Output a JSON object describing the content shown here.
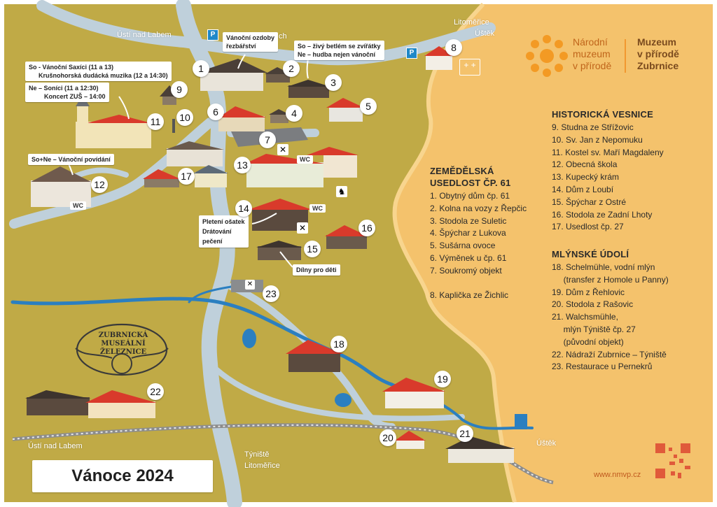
{
  "colors": {
    "land": "#c0aa46",
    "land_panel": "#f4c26c",
    "land_panel_edge": "#f8d58e",
    "road": "#bfd0db",
    "river": "#2b7fc0",
    "roof": "#d93a2b",
    "wood": "#5a4a3e",
    "accent": "#f08a1c",
    "sun": "#f39a24"
  },
  "header": {
    "title": "Vánoce 2024",
    "logo_left": [
      "Národní",
      "muzeum",
      "v přírodě"
    ],
    "logo_right": [
      "Muzeum",
      "v přírodě",
      "Zubrnice"
    ],
    "logo_icon": "sun-flower-icon"
  },
  "places": {
    "usti_top": "Ústí nad Labem",
    "cut_label": "ch",
    "litomerice_top": "Litoměřice",
    "ustek_top": "Úštěk",
    "usti_bottom": "Ústí nad Labem",
    "tyniste": "Týniště",
    "litomerice_bottom": "Litoměřice",
    "ustek_bottom": "Úštěk",
    "website": "www.nmvp.cz"
  },
  "callouts": {
    "ozdoby": [
      "Vánoční ozdoby",
      "řezbářství"
    ],
    "betlem": [
      "So – živý betlém se zvířátky",
      "Ne – hudba nejen vánoční"
    ],
    "saxici": [
      "So - Vánoční Saxíci (11 a 13)",
      "Krušnohorská dudácká muzika (12 a 14:30)"
    ],
    "sonici": [
      "Ne – Soníci (11 a 12:30)",
      "Koncert ZUŠ – 14:00"
    ],
    "povidani": "So+Ne – Vánoční povídání",
    "pleteni": [
      "Pletení ošatek",
      "Drátování",
      "pečení"
    ],
    "dilny": "Dílny pro děti"
  },
  "map_labels": {
    "wc": "WC",
    "parking": "P",
    "railway_logo": [
      "ZUBRNICKÁ MUSEÁLNÍ",
      "ŽELEZNICE"
    ]
  },
  "pins": [
    "1",
    "2",
    "3",
    "4",
    "5",
    "6",
    "7",
    "8",
    "9",
    "10",
    "11",
    "12",
    "13",
    "14",
    "15",
    "16",
    "17",
    "18",
    "19",
    "20",
    "21",
    "22",
    "23"
  ],
  "legend": {
    "zemedelska": {
      "title": [
        "ZEMĚDĚLSKÁ",
        "USEDLOST ČP. 61"
      ],
      "items": [
        "1. Obytný dům čp. 61",
        "2. Kolna na vozy z Řepčic",
        "3. Stodola ze Suletic",
        "4. Špýchar z Lukova",
        "5. Sušárna ovoce",
        "6. Výměnek u čp. 61",
        "7. Soukromý objekt"
      ],
      "extra": "8. Kaplička ze Žichlic"
    },
    "historicka": {
      "title": "HISTORICKÁ VESNICE",
      "items": [
        "9. Studna ze Střížovic",
        "10. Sv. Jan z Nepomuku",
        "11. Kostel sv. Maří Magdaleny",
        "12. Obecná škola",
        "13. Kupecký krám",
        "14. Dům z Loubí",
        "15. Špýchar z Ostré",
        "16. Stodola ze Zadní Lhoty",
        "17. Usedlost čp. 27"
      ]
    },
    "mlynske": {
      "title": "MLÝNSKÉ ÚDOLÍ",
      "items": [
        "18. Schelmühle, vodní mlýn",
        "     (transfer z Homole u Panny)",
        "19. Dům z Řehlovic",
        "20. Stodola z Rašovic",
        "21. Walchsmühle,",
        "     mlýn Týniště čp. 27",
        "     (původní objekt)",
        "22. Nádraží Zubrnice – Týniště",
        "23. Restaurace u Pernekrů"
      ]
    }
  }
}
